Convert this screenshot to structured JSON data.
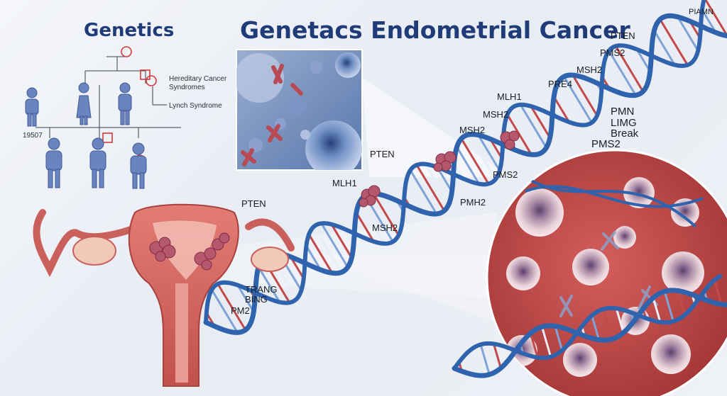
{
  "titles": {
    "left": "Genetics",
    "main": "Genetacs Endometrial Cancer"
  },
  "pedigree": {
    "id_label": "19507",
    "hereditary_label": "Hereditary Cancer\nSyndromes",
    "lynch_label": "Lynch Syndrome"
  },
  "gene_labels": {
    "top_right": "PIAMN",
    "pten_top": "PTEN",
    "pms2_top": "PMS2",
    "msh2_top": "MSH2",
    "prea4": "PRE4",
    "mlh1_upper": "MLH1",
    "pmn": "PMN",
    "msh2_a": "MSH2",
    "limg": "LIMG",
    "break": "Break",
    "msh2_b": "MSH2",
    "pms2_right": "PMS2",
    "pten_mid": "PTEN",
    "pms2_mid": "PMS2",
    "mlh1_mid": "MLH1",
    "pmh2": "PMH2",
    "msh2_low": "MSH2",
    "pten_left": "PTEN",
    "trang": "TRANG",
    "bing": "BING",
    "pm2": "PM2"
  },
  "colors": {
    "dna_blue": "#2f63ad",
    "dna_rung_red": "#c24a4a",
    "tissue_red": "#c8524f",
    "title_blue": "#1f3c78",
    "pedigree_blue": "#5d78b7",
    "pedigree_red": "#d23a3a"
  }
}
